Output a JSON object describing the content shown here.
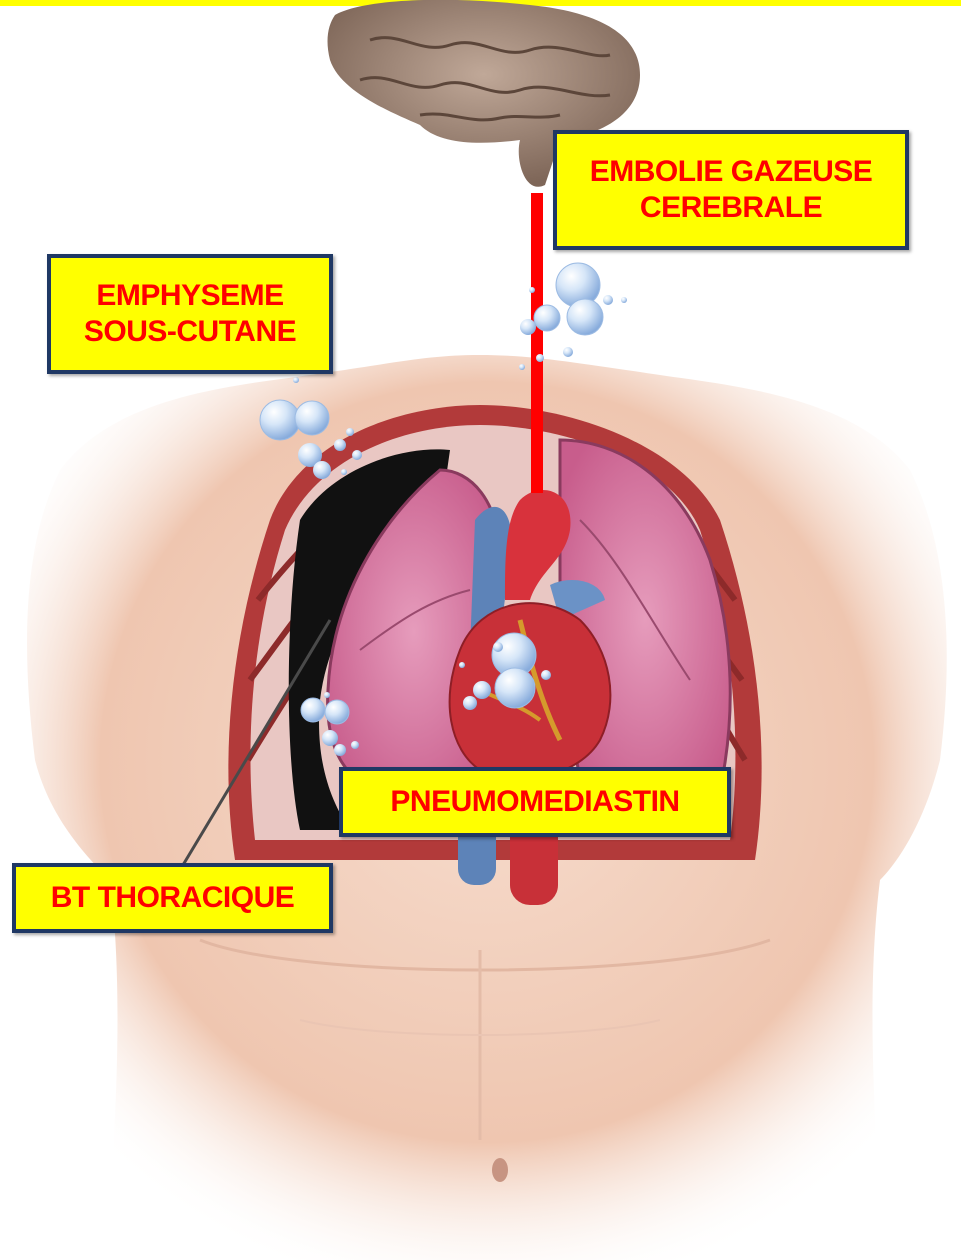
{
  "labels": {
    "embolie": [
      "EMBOLIE GAZEUSE",
      "CEREBRALE"
    ],
    "emphyseme": [
      "EMPHYSEME",
      "SOUS-CUTANE"
    ],
    "pneumomediastin": "PNEUMOMEDIASTIN",
    "bt_thoracique": "BT THORACIQUE"
  },
  "colors": {
    "label_background": "#ffff00",
    "label_border": "#1f3864",
    "label_text": "#ff0000",
    "connector": "#ff0000",
    "top_bar": "#ffff00",
    "bubble": "#b9d4f3",
    "skin": "#f3d0bc",
    "lung": "#d77aa0",
    "heart": "#d8323c",
    "brain": "#a48c7c"
  },
  "icons": [
    "brain-illustration",
    "torso-illustration",
    "lung-illustration",
    "heart-illustration",
    "air-bubble-icon",
    "chest-drain-tube"
  ]
}
